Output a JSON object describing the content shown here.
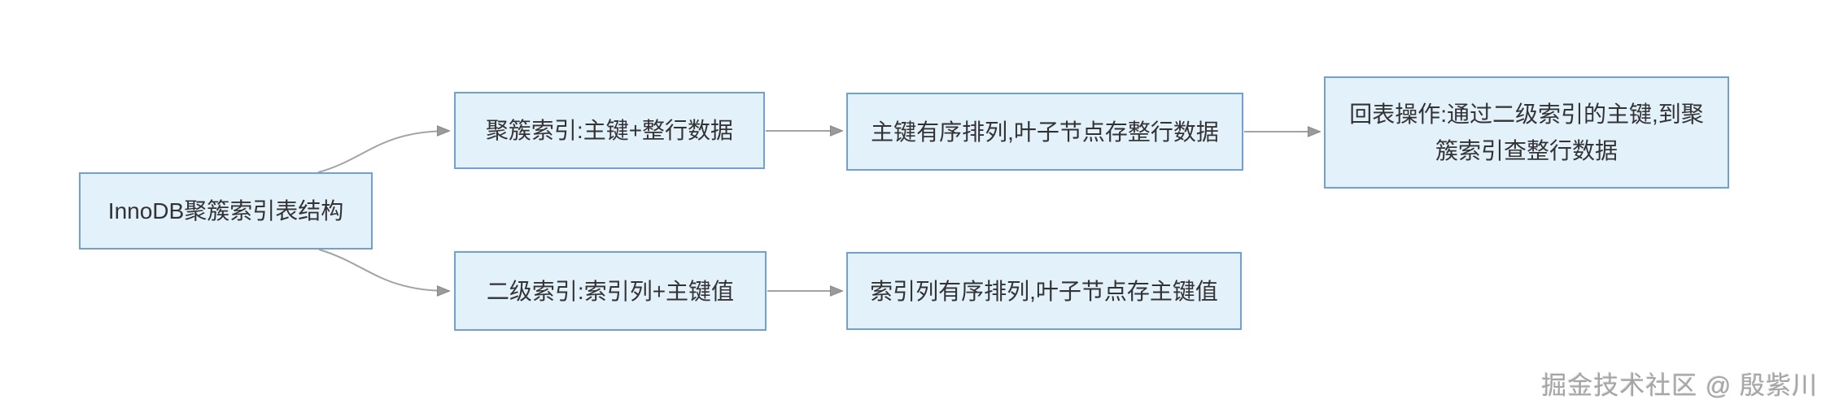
{
  "diagram": {
    "title": "InnoDB clustered index structure flowchart",
    "colors": {
      "node_fill": "#e3f1fb",
      "node_border": "#6fa0da",
      "node_text": "#333333",
      "edge": "#a3a3a3",
      "arrowhead_fill": "#9a9a9a",
      "arrowhead_stroke": "#878787"
    },
    "nodes": {
      "root": {
        "lines": [
          "InnoDB聚簇索引表结构"
        ]
      },
      "clustered_index": {
        "lines": [
          "聚簇索引:主键+整行数据"
        ]
      },
      "clustered_index_detail": {
        "lines": [
          "主键有序排列,叶子节点存整行数据"
        ]
      },
      "table_lookup": {
        "lines": [
          "回表操作:通过二级索引的主键,到聚",
          "簇索引查整行数据"
        ]
      },
      "secondary_index": {
        "lines": [
          "二级索引:索引列+主键值"
        ]
      },
      "secondary_index_detail": {
        "lines": [
          "索引列有序排列,叶子节点存主键值"
        ]
      }
    },
    "edges": [
      {
        "from": "root",
        "to": "clustered_index"
      },
      {
        "from": "root",
        "to": "secondary_index"
      },
      {
        "from": "clustered_index",
        "to": "clustered_index_detail"
      },
      {
        "from": "clustered_index_detail",
        "to": "table_lookup"
      },
      {
        "from": "secondary_index",
        "to": "secondary_index_detail"
      }
    ]
  },
  "watermark": {
    "text": "掘金技术社区 @ 殷紫川",
    "color": "#a5a5a5"
  }
}
